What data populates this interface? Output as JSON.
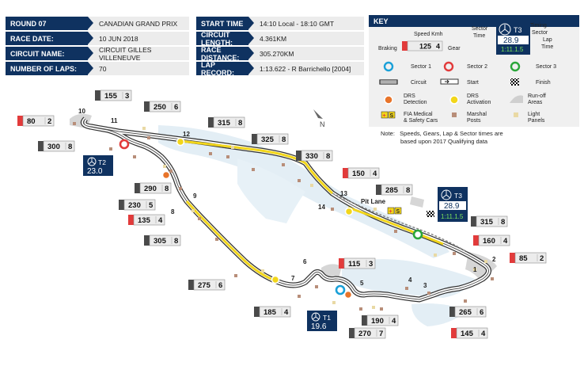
{
  "info_rows": [
    {
      "label": "ROUND 07",
      "value": "CANADIAN GRAND PRIX"
    },
    {
      "label": "RACE DATE:",
      "value": "10 JUN 2018"
    },
    {
      "label": "CIRCUIT NAME:",
      "value": "CIRCUIT GILLES VILLENEUVE"
    },
    {
      "label": "NUMBER OF LAPS:",
      "value": "70"
    }
  ],
  "info_rows_right": [
    {
      "label": "START TIME",
      "value": "14:10 Local - 18:10 GMT"
    },
    {
      "label": "CIRCUIT LENGTH:",
      "value": "4.361KM"
    },
    {
      "label": "RACE DISTANCE:",
      "value": "305.270KM"
    },
    {
      "label": "LAP RECORD:",
      "value": "1:13.622 - R Barrichello [2004]"
    }
  ],
  "key": {
    "title": "KEY",
    "speed_kmh": "Speed Kmh",
    "braking": "Braking",
    "gear": "Gear",
    "sector_time": "Sector\nTime",
    "timing_sector": "Timing\nSector",
    "lap_time": "Lap\nTime",
    "timing_badge_sector": "T3",
    "timing_badge_time": "28.9",
    "timing_badge_lap": "1:11.1.5",
    "sample_speed": "125",
    "sample_gear": "4",
    "sector1": "Sector 1",
    "sector2": "Sector 2",
    "sector3": "Sector 3",
    "circuit": "Circuit",
    "start": "Start",
    "finish": "Finish",
    "drs_detection": "DRS\nDetection",
    "drs_activation": "DRS\nActivation",
    "runoff": "Run-off\nAreas",
    "fia_medical": "FIA Medical\n& Safety Cars",
    "marshal": "Marshal\nPosts",
    "light_panels": "Light\nPanels",
    "colors": {
      "sector1": "#1aa0d8",
      "sector2": "#e23b3b",
      "sector3": "#2aa63a",
      "drs_detection": "#e8742a",
      "drs_activation": "#f2d61b",
      "navy": "#0f3260"
    }
  },
  "note": "Note:   Speeds, Gears, Lap & Sector times are\n            based upon 2017 Qualifying data",
  "north": "N",
  "pit_lane": "Pit Lane",
  "turns": [
    {
      "n": "1"
    },
    {
      "n": "2"
    },
    {
      "n": "3"
    },
    {
      "n": "4"
    },
    {
      "n": "5"
    },
    {
      "n": "6"
    },
    {
      "n": "7"
    },
    {
      "n": "8"
    },
    {
      "n": "9"
    },
    {
      "n": "10"
    },
    {
      "n": "11"
    },
    {
      "n": "12"
    },
    {
      "n": "13"
    },
    {
      "n": "14"
    }
  ],
  "speed_boxes": [
    {
      "speed": "155",
      "gear": "3",
      "type": "plain"
    },
    {
      "speed": "250",
      "gear": "6",
      "type": "plain"
    },
    {
      "speed": "80",
      "gear": "2",
      "type": "brake"
    },
    {
      "speed": "300",
      "gear": "8",
      "type": "plain"
    },
    {
      "speed": "315",
      "gear": "8",
      "type": "plain"
    },
    {
      "speed": "325",
      "gear": "8",
      "type": "plain"
    },
    {
      "speed": "330",
      "gear": "8",
      "type": "plain"
    },
    {
      "speed": "150",
      "gear": "4",
      "type": "brake"
    },
    {
      "speed": "285",
      "gear": "8",
      "type": "plain"
    },
    {
      "speed": "290",
      "gear": "8",
      "type": "plain"
    },
    {
      "speed": "230",
      "gear": "5",
      "type": "plain"
    },
    {
      "speed": "135",
      "gear": "4",
      "type": "brake"
    },
    {
      "speed": "305",
      "gear": "8",
      "type": "plain"
    },
    {
      "speed": "315",
      "gear": "8",
      "type": "plain"
    },
    {
      "speed": "160",
      "gear": "4",
      "type": "brake"
    },
    {
      "speed": "85",
      "gear": "2",
      "type": "brake"
    },
    {
      "speed": "115",
      "gear": "3",
      "type": "brake"
    },
    {
      "speed": "275",
      "gear": "6",
      "type": "plain"
    },
    {
      "speed": "185",
      "gear": "4",
      "type": "plain"
    },
    {
      "speed": "265",
      "gear": "6",
      "type": "plain"
    },
    {
      "speed": "190",
      "gear": "4",
      "type": "plain"
    },
    {
      "speed": "145",
      "gear": "4",
      "type": "brake"
    },
    {
      "speed": "270",
      "gear": "7",
      "type": "plain"
    }
  ],
  "sector_badges": [
    {
      "sector": "T2",
      "time": "23.0"
    },
    {
      "sector": "T3",
      "time": "28.9",
      "lap": "1:11.1.5"
    },
    {
      "sector": "T1",
      "time": "19.6"
    }
  ]
}
